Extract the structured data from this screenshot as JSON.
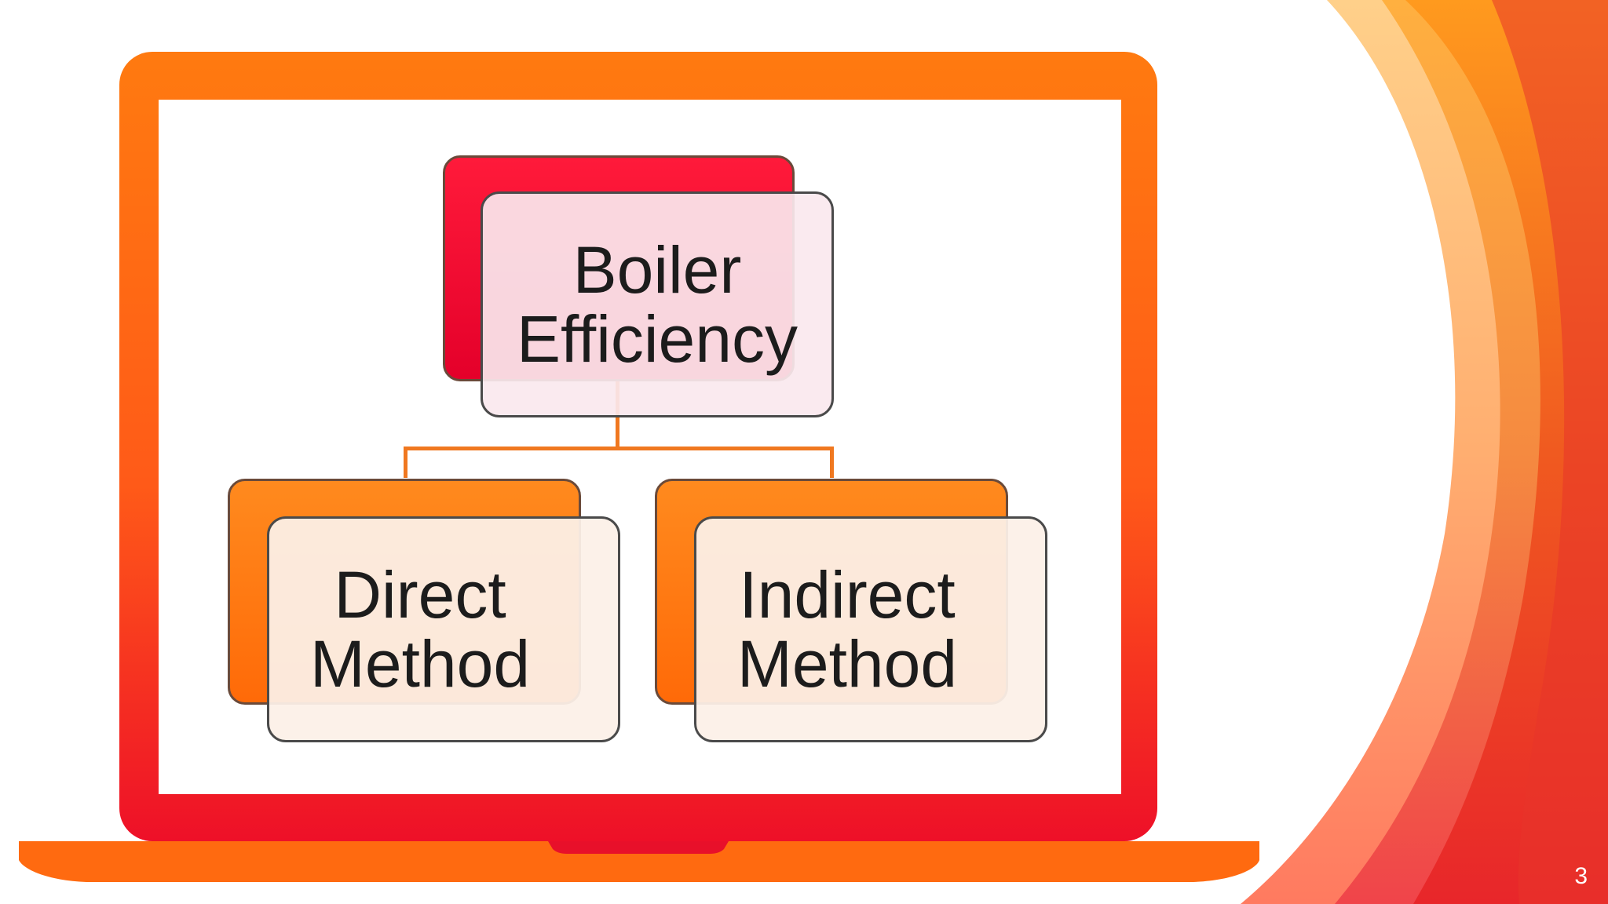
{
  "diagram": {
    "root": {
      "label": "Boiler\nEfficiency"
    },
    "children": [
      {
        "label": "Direct\nMethod"
      },
      {
        "label": "Indirect\nMethod"
      }
    ]
  },
  "colors": {
    "laptop_top": "#ff7a10",
    "laptop_bottom": "#f0122a",
    "root_back": "#e8002a",
    "root_front": "#f8e2e8",
    "child_back": "#ff7a10",
    "child_front": "#fbeee6",
    "connector": "#f07820",
    "swoosh_orange": "#ff8a1a",
    "swoosh_red": "#f0302a"
  },
  "slide_number": "3"
}
